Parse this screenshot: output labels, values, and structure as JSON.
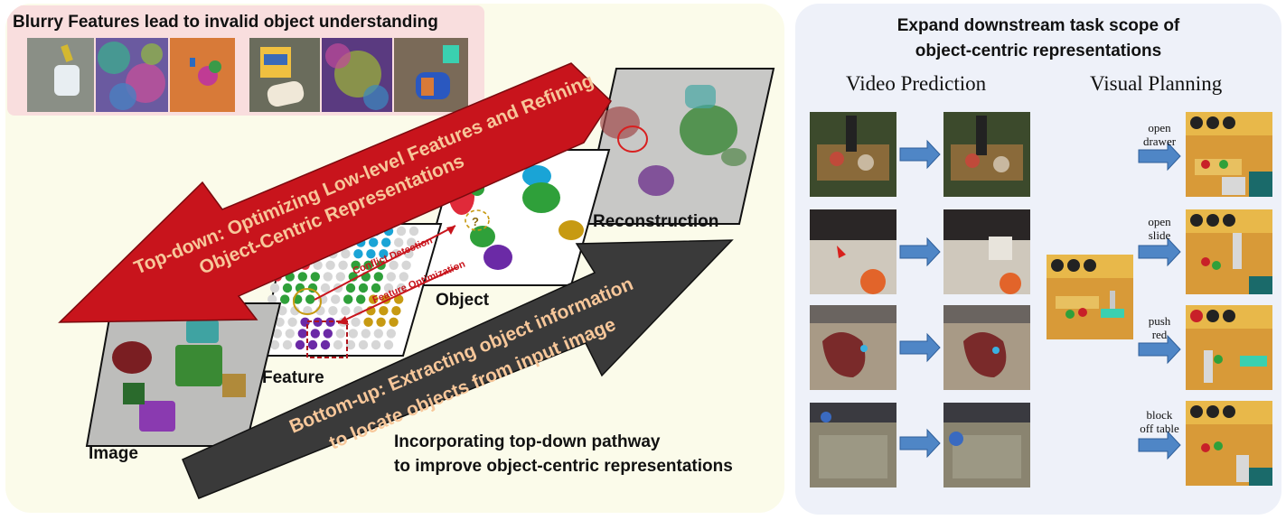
{
  "left": {
    "blurry_title": "Blurry Features lead to invalid object understanding",
    "topdown_line1": "Top-down: Optimizing Low-level Features and Refining",
    "topdown_line2": "Object-Centric Representations",
    "bottomup_line1": "Bottom-up: Extracting object information",
    "bottomup_line2": "to locate objects from input image",
    "labels": {
      "image": "Image",
      "feature": "Feature",
      "object": "Object",
      "reconstruction": "Reconstruction",
      "conflict": "Conflict Detection",
      "optimization": "Feature Optimization",
      "question": "?"
    },
    "caption_line1": "Incorporating top-down pathway",
    "caption_line2": "to improve object-centric representations"
  },
  "right": {
    "title_line1": "Expand  downstream task scope of",
    "title_line2": "object-centric representations",
    "video_heading": "Video Prediction",
    "planning_heading": "Visual Planning",
    "plans": [
      {
        "line1": "open",
        "line2": "drawer"
      },
      {
        "line1": "open",
        "line2": "slide"
      },
      {
        "line1": "push",
        "line2": "red"
      },
      {
        "line1": "block",
        "line2": "off table"
      }
    ]
  },
  "colors": {
    "red_arrow": "#c8141c",
    "dark_arrow": "#3a3a3a",
    "arrow_text": "#f7c79a",
    "blue_arrow": "#4f86c6",
    "green_obj": "#2fa03a",
    "cyan_obj": "#1aa4d6",
    "purple_obj": "#6b2aa6",
    "gold_obj": "#c79a12"
  }
}
